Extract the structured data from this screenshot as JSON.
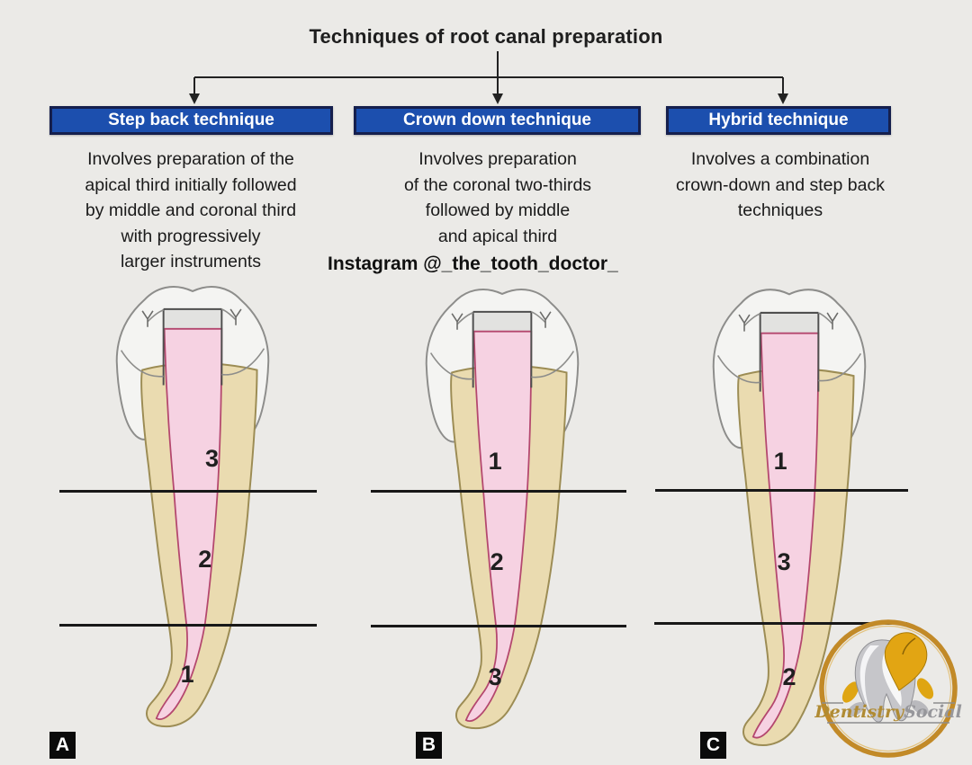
{
  "title": "Techniques of root canal preparation",
  "watermark": "Instagram @_the_tooth_doctor_",
  "techniques": [
    {
      "badge": "A",
      "heading": "Step back technique",
      "description_lines": [
        "Involves preparation of the",
        "apical third initially followed",
        "by middle and coronal third",
        "with progressively",
        "larger instruments"
      ],
      "sections": {
        "coronal": "3",
        "middle": "2",
        "apical": "1"
      }
    },
    {
      "badge": "B",
      "heading": "Crown down technique",
      "description_lines": [
        "Involves preparation",
        "of the coronal two-thirds",
        "followed by middle",
        "and apical third"
      ],
      "sections": {
        "coronal": "1",
        "middle": "2",
        "apical": "3"
      }
    },
    {
      "badge": "C",
      "heading": "Hybrid technique",
      "description_lines": [
        "Involves a combination",
        "crown-down and step back",
        "techniques"
      ],
      "sections": {
        "coronal": "1",
        "middle": "3",
        "apical": "2"
      }
    }
  ],
  "logo": {
    "brand_primary": "Dentistry",
    "brand_secondary": "Social"
  },
  "colors": {
    "background": "#ebeae7",
    "header_box_blue": "#1c4fae",
    "header_box_border": "#151f4d",
    "root_tan": "#eadbb0",
    "root_outline": "#9c8c54",
    "canal_pink": "#f6d2e2",
    "canal_outline": "#b4476e",
    "crown_white": "#f4f4f2",
    "section_line_black": "#181818",
    "logo_gold": "#c28a28"
  }
}
